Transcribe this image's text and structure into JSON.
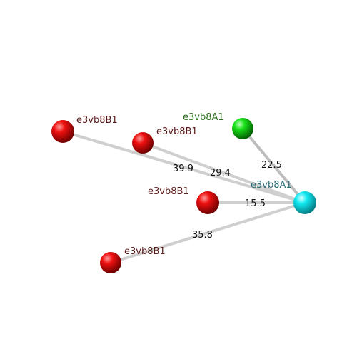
{
  "colors": {
    "red_atom": "#e00000",
    "green_atom": "#10d010",
    "cyan_atom": "#10e8f0",
    "red_label": "#5a1a1a",
    "green_label": "#2e6b1e",
    "cyan_label": "#2e6e78",
    "bond": "#bdbdbd"
  },
  "nodes": {
    "center": {
      "label": "e3vb8A1",
      "color": "cyan"
    },
    "n1": {
      "label": "e3vb8B1",
      "color": "red"
    },
    "n2": {
      "label": "e3vb8B1",
      "color": "red"
    },
    "n3": {
      "label": "e3vb8A1",
      "color": "green"
    },
    "n4": {
      "label": "e3vb8B1",
      "color": "red"
    },
    "n5": {
      "label": "e3vb8B1",
      "color": "red"
    }
  },
  "edges": {
    "e1": {
      "from": "n1",
      "to": "center",
      "distance": "39.9"
    },
    "e2": {
      "from": "n2",
      "to": "center",
      "distance": "29.4"
    },
    "e3": {
      "from": "n3",
      "to": "center",
      "distance": "22.5"
    },
    "e4": {
      "from": "n4",
      "to": "center",
      "distance": "15.5"
    },
    "e5": {
      "from": "n5",
      "to": "center",
      "distance": "35.8"
    }
  }
}
